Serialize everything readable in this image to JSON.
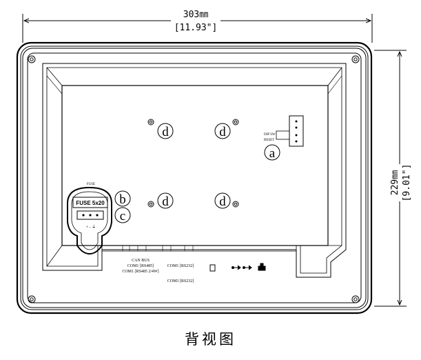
{
  "dimensions": {
    "width_mm": "303㎜",
    "width_in": "[11.93\"]",
    "height_mm": "229㎜",
    "height_in": "[9.01\"]"
  },
  "callouts": {
    "a": "a",
    "b": "b",
    "c": "c",
    "d": "d"
  },
  "panel_labels": {
    "dip_sw": "DIP SW",
    "reset": "RESET",
    "fuse_title": "FUSE",
    "fuse_value": "FUSE 5x20",
    "power": "+ - ⏚"
  },
  "port_labels": {
    "can_bus": "CAN BUS",
    "com1_rs485": "COM1 [RS485]",
    "com1_rs485_24w": "COM1 [RS485 2/4W]",
    "com1_rs232": "COM1 [RS232]",
    "com3_rs232": "COM3 [RS232]"
  },
  "caption": "背视图"
}
